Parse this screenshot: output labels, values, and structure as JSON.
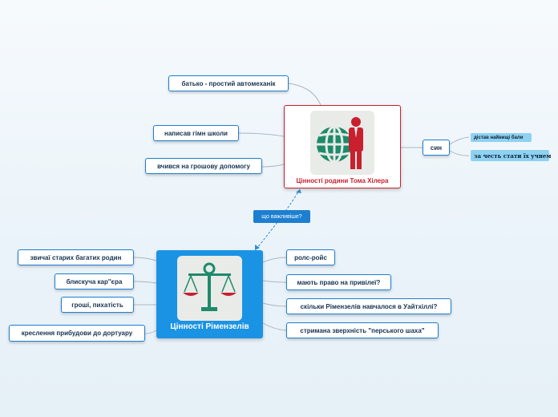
{
  "map": {
    "central_red": {
      "title": "Цінності родини Тома Хілера",
      "icon": "globe-businessman-icon",
      "color": "#c8202f"
    },
    "central_blue": {
      "title": "Цінності Рімензелів",
      "icon": "scales-icon",
      "color": "#1b93e4"
    },
    "relationship": {
      "label": "що важливіше?"
    },
    "red_left": [
      {
        "label": "батько - простий автомеханік"
      },
      {
        "label": "написав гімн школи"
      },
      {
        "label": "вчився на грошову допомогу"
      }
    ],
    "red_right": {
      "label": "син",
      "children": [
        {
          "label": "дістав найвищі бали"
        },
        {
          "label": "за честь стати їх учнем"
        }
      ]
    },
    "blue_left": [
      {
        "label": "звичаї старих багатих родин"
      },
      {
        "label": "блискуча кар''єра"
      },
      {
        "label": "гроші, пихатість"
      },
      {
        "label": "креслення прибудови до дортуару"
      }
    ],
    "blue_right": [
      {
        "label": "ролс-ройс"
      },
      {
        "label": "мають право на привілеї?"
      },
      {
        "label": "скільки Рімензелів навчалося в Уайтхіллі?"
      },
      {
        "label": "стримана зверхність \"перського шаха\""
      }
    ],
    "colors": {
      "accent": "#1d7fd0",
      "red": "#c8202f",
      "blue": "#1b93e4",
      "sub": "#8fd1f2"
    }
  }
}
